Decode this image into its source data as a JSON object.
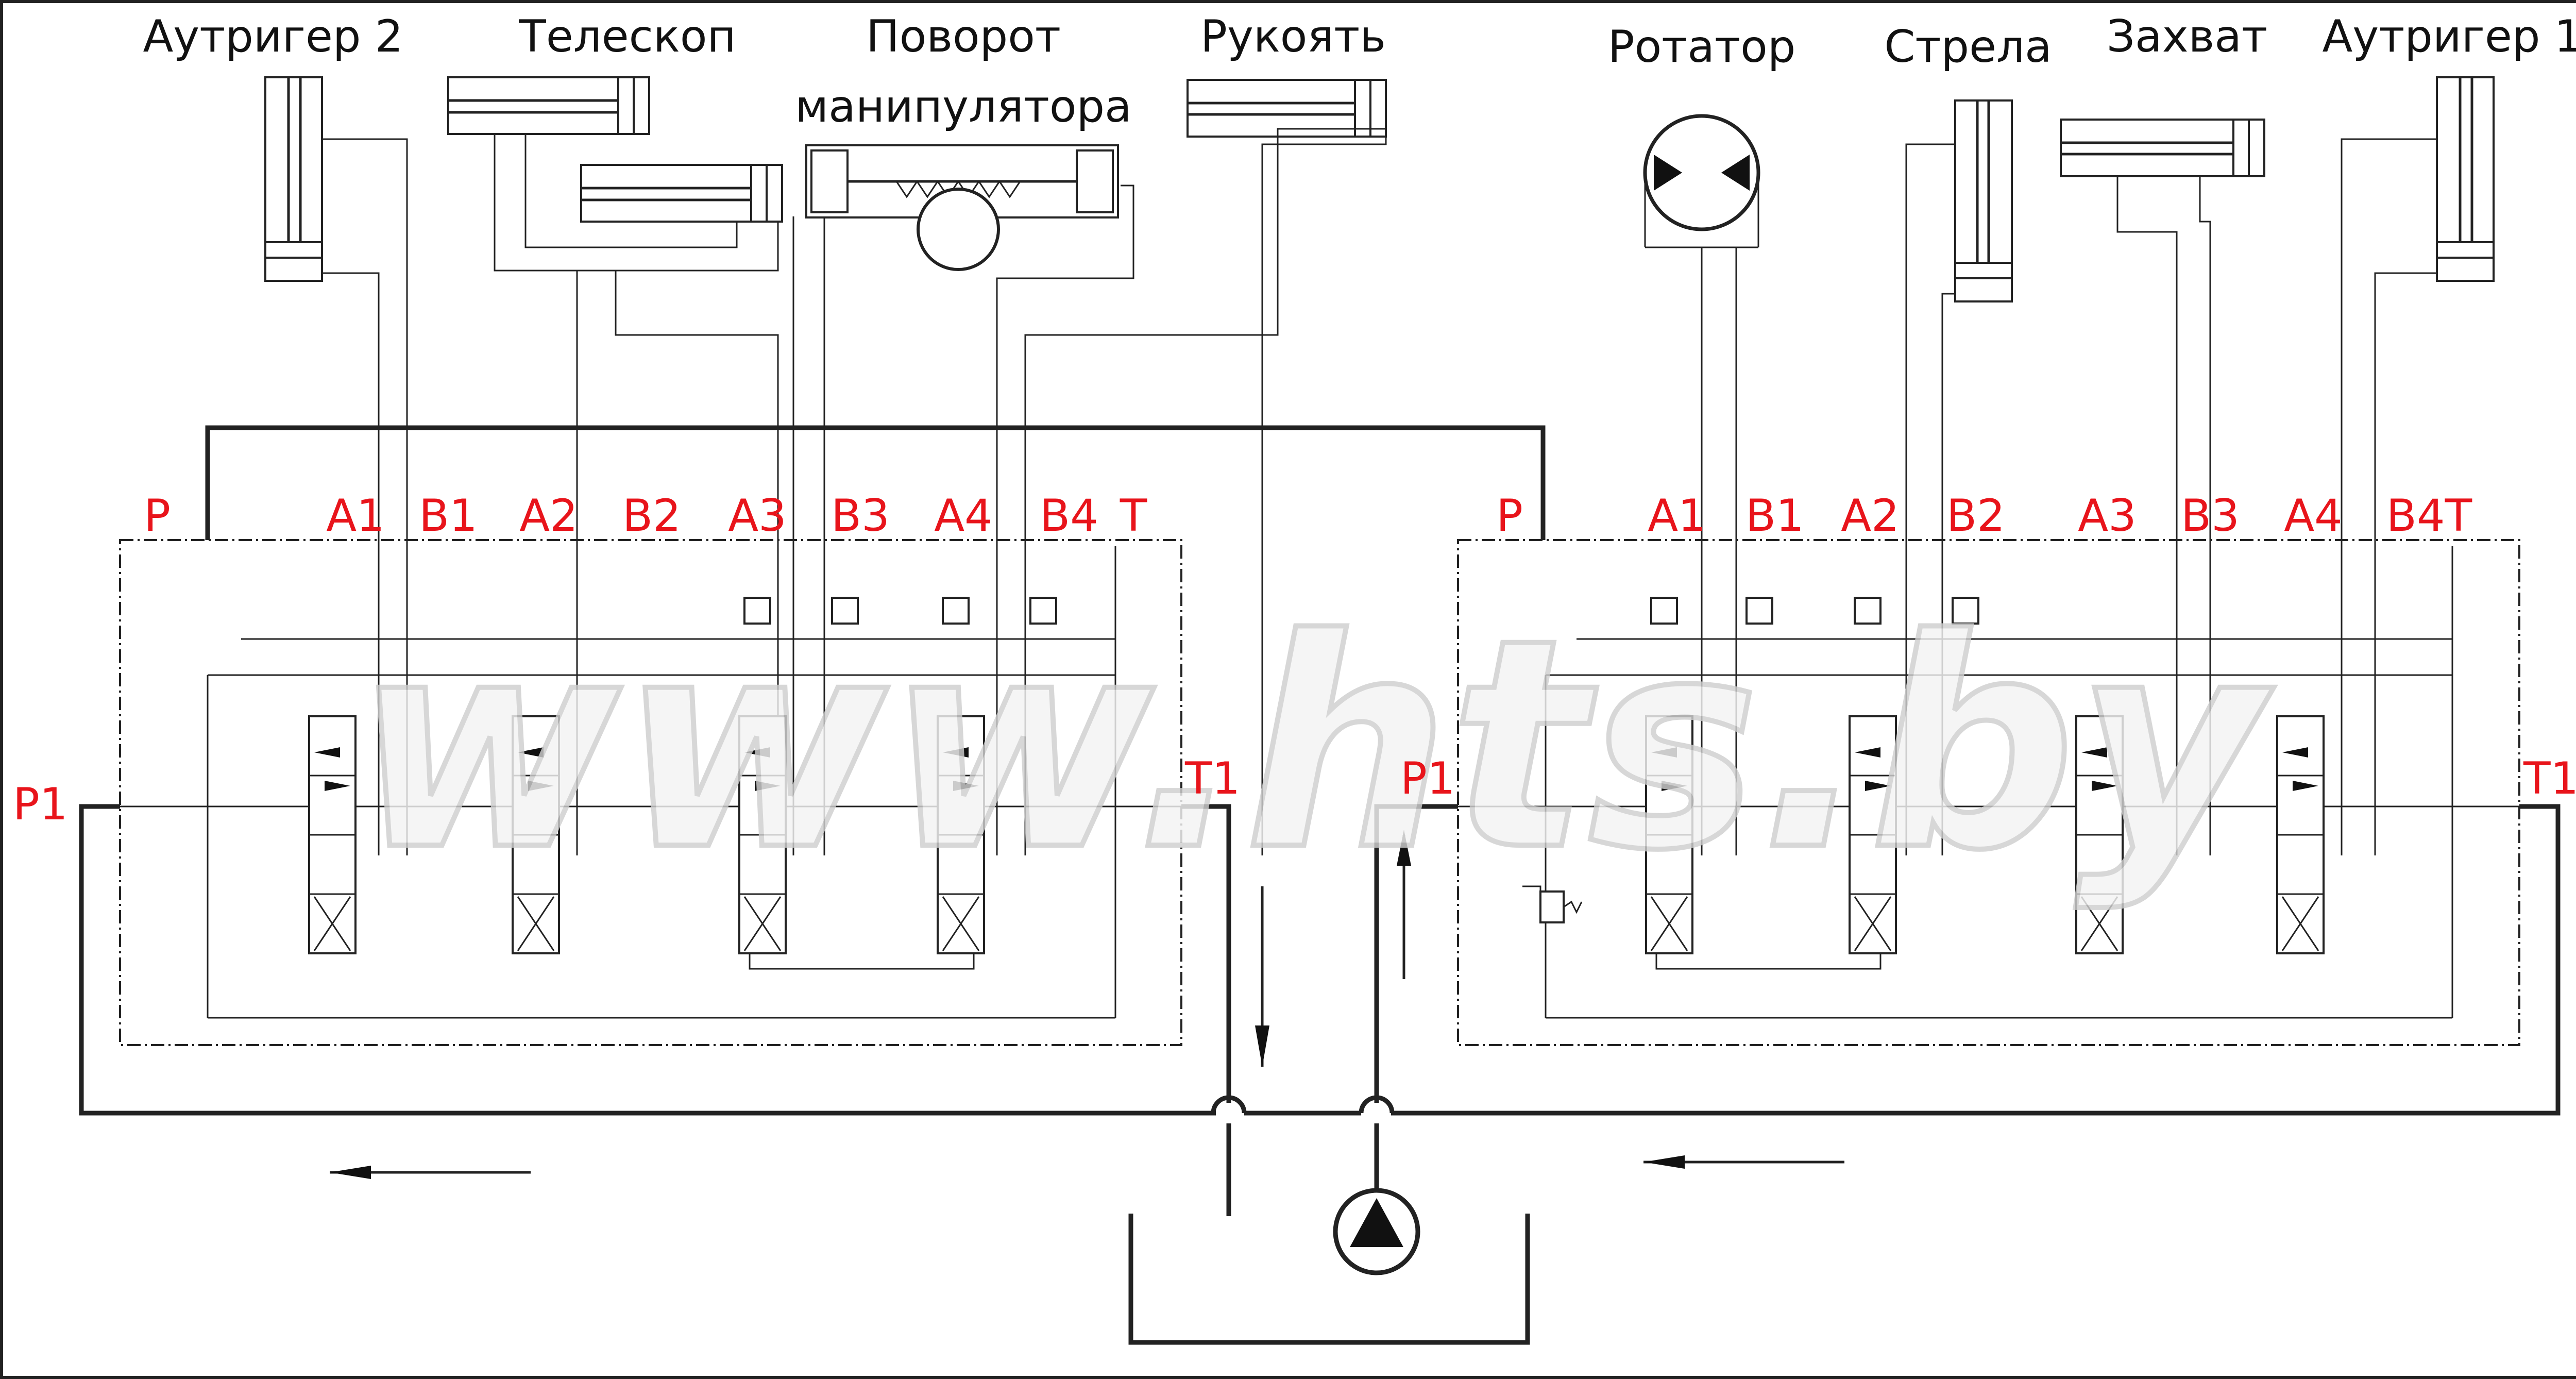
{
  "actuators_left": {
    "outrigger2": "Аутригер 2",
    "telescope": "Телескоп",
    "rotation_line1": "Поворот",
    "rotation_line2": "манипулятора",
    "handle": "Рукоять"
  },
  "actuators_right": {
    "rotator": "Ротатор",
    "boom": "Стрела",
    "grip": "Захват",
    "outrigger1": "Аутригер 1"
  },
  "valve_left": {
    "ports": [
      "P",
      "A1",
      "B1",
      "A2",
      "B2",
      "A3",
      "B3",
      "A4",
      "B4",
      "T"
    ],
    "inlet": "P1",
    "outlet": "T1"
  },
  "valve_right": {
    "ports": [
      "P",
      "A1",
      "B1",
      "A2",
      "B2",
      "A3",
      "B3",
      "A4",
      "B4T"
    ],
    "inlet": "P1",
    "outlet": "T1"
  },
  "watermark": "www.hts.by",
  "colors": {
    "port_label": "#e8141b",
    "line": "#222222",
    "text": "#111111"
  }
}
